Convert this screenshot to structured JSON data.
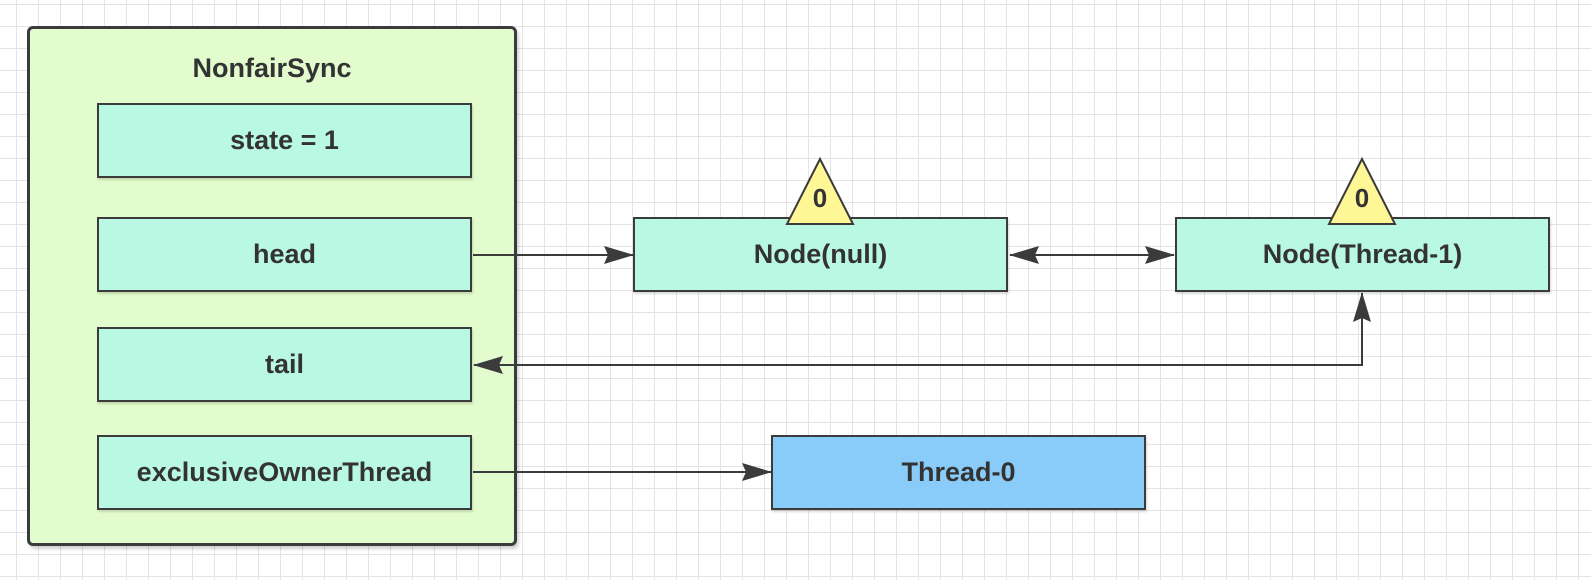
{
  "sync": {
    "title": "NonfairSync",
    "fields": {
      "state": "state = 1",
      "head": "head",
      "tail": "tail",
      "owner": "exclusiveOwnerThread"
    }
  },
  "nodes": {
    "null_node": {
      "label": "Node(null)",
      "wait_status": "0"
    },
    "thread1_node": {
      "label": "Node(Thread-1)",
      "wait_status": "0"
    }
  },
  "thread": {
    "label": "Thread-0"
  },
  "colors": {
    "container_fill": "#e3fccd",
    "field_fill": "#b9f9e4",
    "thread_fill": "#89ccfa",
    "triangle_fill": "#fff796",
    "stroke": "#3b3b3b"
  }
}
